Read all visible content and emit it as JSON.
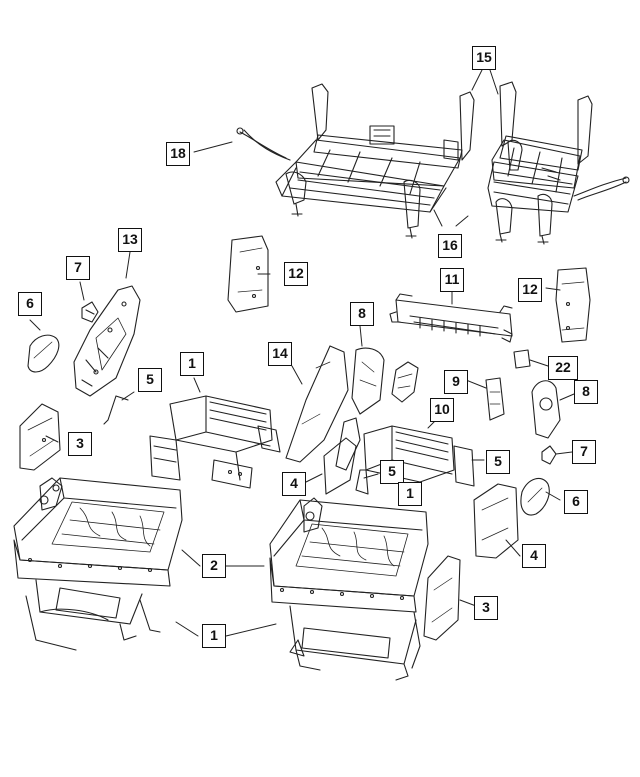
{
  "diagram": {
    "callouts": [
      {
        "id": "c15",
        "label": "15"
      },
      {
        "id": "c18",
        "label": "18"
      },
      {
        "id": "c13",
        "label": "13"
      },
      {
        "id": "c7a",
        "label": "7"
      },
      {
        "id": "c12a",
        "label": "12"
      },
      {
        "id": "c16",
        "label": "16"
      },
      {
        "id": "c6a",
        "label": "6"
      },
      {
        "id": "c11",
        "label": "11"
      },
      {
        "id": "c12b",
        "label": "12"
      },
      {
        "id": "c8a",
        "label": "8"
      },
      {
        "id": "c14",
        "label": "14"
      },
      {
        "id": "c1a",
        "label": "1"
      },
      {
        "id": "c5a",
        "label": "5"
      },
      {
        "id": "c22",
        "label": "22"
      },
      {
        "id": "c9",
        "label": "9"
      },
      {
        "id": "c8b",
        "label": "8"
      },
      {
        "id": "c10",
        "label": "10"
      },
      {
        "id": "c3a",
        "label": "3"
      },
      {
        "id": "c7b",
        "label": "7"
      },
      {
        "id": "c4a",
        "label": "4"
      },
      {
        "id": "c5b",
        "label": "5"
      },
      {
        "id": "c5c",
        "label": "5"
      },
      {
        "id": "c1b",
        "label": "1"
      },
      {
        "id": "c6b",
        "label": "6"
      },
      {
        "id": "c2",
        "label": "2"
      },
      {
        "id": "c4b",
        "label": "4"
      },
      {
        "id": "c3b",
        "label": "3"
      },
      {
        "id": "c1c",
        "label": "1"
      }
    ]
  }
}
